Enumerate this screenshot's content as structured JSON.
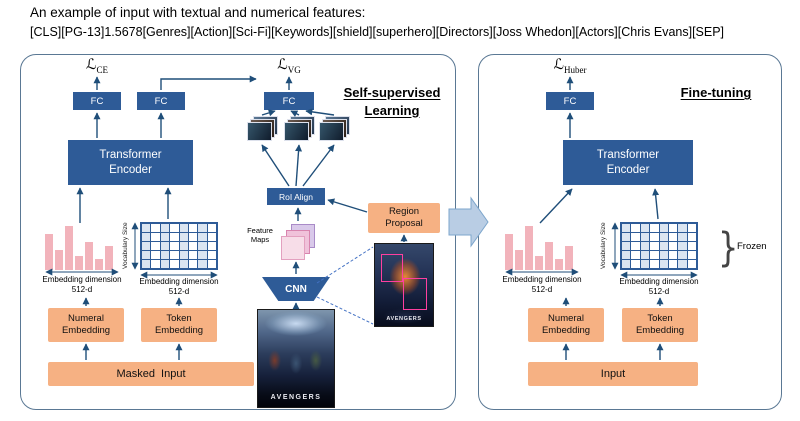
{
  "header": {
    "intro": "An example of input with textual and numerical features:",
    "tokens": "[CLS][PG-13]1.5678[Genres][Action][Sci-Fi][Keywords][shield][superhero][Directors][Joss Whedon][Actors][Chris Evans][SEP]"
  },
  "colors": {
    "dark_blue": "#2e5b97",
    "orange": "#f6b183",
    "pink_bar": "#f2b3bb",
    "transfer_arrow": "#b9cde4",
    "connector": "#1f4e79",
    "region_box": "#ff3fa0"
  },
  "pretrain": {
    "title": "Self-supervised Learning",
    "loss_ce": {
      "symbol": "ℒ",
      "sub": "CE"
    },
    "loss_vg": {
      "symbol": "ℒ",
      "sub": "VG"
    },
    "fc": "FC",
    "encoder": "Transformer Encoder",
    "roi_align": "RoI Align",
    "feature_maps": "Feature Maps",
    "region_proposal": "Region Proposal",
    "cnn": "CNN",
    "numeral_embedding": "Numeral Embedding",
    "token_embedding": "Token Embedding",
    "masked_input": "Masked Input",
    "embed_dim_label": "Embedding dimension",
    "embed_dim_value": "512-d",
    "vocab_label": "Vocabulary Size",
    "bars": [
      36,
      20,
      44,
      14,
      28,
      11,
      24
    ],
    "grid": {
      "rows": 5,
      "cols": 8
    },
    "poster_title": "AVENGERS"
  },
  "finetune": {
    "title": "Fine-tuning",
    "loss_huber": {
      "symbol": "ℒ",
      "sub": "Huber"
    },
    "fc": "FC",
    "encoder": "Transformer Encoder",
    "numeral_embedding": "Numeral Embedding",
    "token_embedding": "Token Embedding",
    "input": "Input",
    "frozen": "Frozen",
    "embed_dim_label": "Embedding dimension",
    "embed_dim_value": "512-d",
    "vocab_label": "Vocabulary Size",
    "bars": [
      36,
      20,
      44,
      14,
      28,
      11,
      24
    ],
    "grid": {
      "rows": 5,
      "cols": 8
    }
  }
}
